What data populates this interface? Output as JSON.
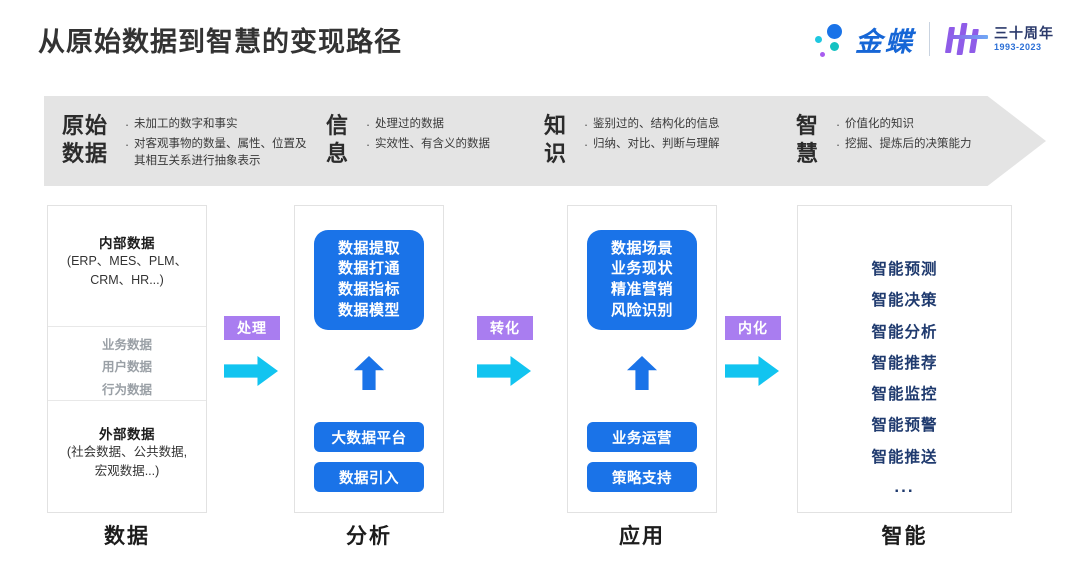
{
  "header": {
    "title": "从原始数据到智慧的变现路径",
    "logo": {
      "brand": "金蝶",
      "anniversary_cn": "三十周年",
      "anniversary_years": "1993-2023"
    }
  },
  "banner": {
    "stages": [
      {
        "name": "原始\n数据",
        "name_line1": "原始",
        "name_line2": "数据",
        "bullets": [
          "未加工的数字和事实",
          "对客观事物的数量、属性、位置及其相互关系进行抽象表示"
        ]
      },
      {
        "name_line1": "信",
        "name_line2": "息",
        "bullets": [
          "处理过的数据",
          "实效性、有含义的数据"
        ]
      },
      {
        "name_line1": "知",
        "name_line2": "识",
        "bullets": [
          "鉴别过的、结构化的信息",
          "归纳、对比、判断与理解"
        ]
      },
      {
        "name_line1": "智",
        "name_line2": "慧",
        "bullets": [
          "价值化的知识",
          "挖掘、提炼后的决策能力"
        ]
      }
    ]
  },
  "columns": [
    {
      "label": "数据",
      "internal_title": "内部数据",
      "internal_sub_line1": "(ERP、MES、PLM、",
      "internal_sub_line2": "CRM、HR...)",
      "middle_items": [
        "业务数据",
        "用户数据",
        "行为数据"
      ],
      "external_title": "外部数据",
      "external_sub_line1": "(社会数据、公共数据,",
      "external_sub_line2": "宏观数据...)"
    },
    {
      "label": "分析",
      "box_lines": [
        "数据提取",
        "数据打通",
        "数据指标",
        "数据模型"
      ],
      "pill_a": "大数据平台",
      "pill_b": "数据引入"
    },
    {
      "label": "应用",
      "box_lines": [
        "数据场景",
        "业务现状",
        "精准营销",
        "风险识别"
      ],
      "pill_a": "业务运营",
      "pill_b": "策略支持"
    },
    {
      "label": "智能",
      "items": [
        "智能预测",
        "智能决策",
        "智能分析",
        "智能推荐",
        "智能监控",
        "智能预警",
        "智能推送",
        "..."
      ]
    }
  ],
  "connectors": [
    {
      "label": "处理"
    },
    {
      "label": "转化"
    },
    {
      "label": "内化"
    }
  ],
  "colors": {
    "primary_blue": "#1a73e8",
    "deep_navy": "#1f3a6e",
    "purple_badge": "#a97df0",
    "cyan_arrow": "#12c4f0",
    "banner_gray": "#e4e4e4"
  }
}
